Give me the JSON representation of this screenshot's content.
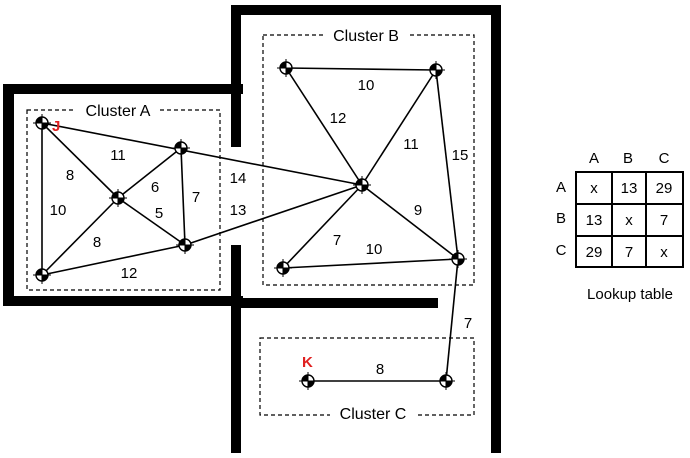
{
  "clusters": {
    "a": "Cluster A",
    "b": "Cluster B",
    "c": "Cluster C"
  },
  "special_nodes": {
    "j": "J",
    "k": "K"
  },
  "special_color": "#e02020",
  "edge_labels": {
    "b_top": "10",
    "b_left_diag": "12",
    "b_right_diag": "11",
    "b_far_right": "15",
    "b_lower_right": "9",
    "b_lower_left": "7",
    "b_bottom": "10",
    "a_top": "11",
    "a_upper_left": "8",
    "a_left": "10",
    "a_center_upper": "6",
    "a_center_lower": "5",
    "a_right_vertical": "7",
    "a_lower_left": "8",
    "a_bottom": "12",
    "ab_upper": "14",
    "ab_lower": "13",
    "bc_link": "7",
    "c_edge": "8"
  },
  "lookup": {
    "caption": "Lookup table",
    "headers": [
      "A",
      "B",
      "C"
    ],
    "rows": [
      {
        "label": "A",
        "cells": [
          "x",
          "13",
          "29"
        ]
      },
      {
        "label": "B",
        "cells": [
          "13",
          "x",
          "7"
        ]
      },
      {
        "label": "C",
        "cells": [
          "29",
          "7",
          "x"
        ]
      }
    ]
  }
}
